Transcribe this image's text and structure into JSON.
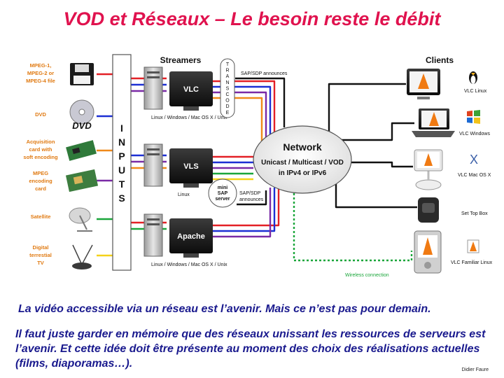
{
  "title": "VOD et Réseaux – Le besoin reste le débit",
  "diagram": {
    "inputs_label": [
      "I",
      "N",
      "P",
      "U",
      "T",
      "S"
    ],
    "sources": [
      {
        "lines": [
          "MPEG-1,",
          "MPEG-2 or",
          "MPEG-4 file"
        ],
        "icon": "floppy-disk-icon"
      },
      {
        "lines": [
          "DVD"
        ],
        "icon": "dvd-disc-icon"
      },
      {
        "lines": [
          "Acquisition",
          "card with",
          "soft encoding"
        ],
        "icon": "acquisition-card-icon"
      },
      {
        "lines": [
          "MPEG",
          "encoding",
          "card"
        ],
        "icon": "encoding-card-icon"
      },
      {
        "lines": [
          "Satellite"
        ],
        "icon": "satellite-dish-icon"
      },
      {
        "lines": [
          "Digital",
          "terrestial",
          "TV"
        ],
        "icon": "antenna-icon"
      }
    ],
    "streamers_heading": "Streamers",
    "streamers": [
      {
        "name": "VLC",
        "os": "Linux / Windows / Mac OS X / Unix"
      },
      {
        "name": "VLS",
        "os": "Linux"
      },
      {
        "name": "Apache",
        "os": "Linux / Windows / Mac OS X / Unix"
      }
    ],
    "transcode_letters": [
      "T",
      "R",
      "A",
      "N",
      "S",
      "C",
      "O",
      "D",
      "E"
    ],
    "sap_announces_top": "SAP/SDP announces",
    "sap_announces_bottom": [
      "SAP/SDP",
      "announces"
    ],
    "mini_sap_server": [
      "mini",
      "SAP",
      "server"
    ],
    "network": {
      "title": "Network",
      "line1": "Unicast / Multicast / VOD",
      "line2": "in IPv4 or IPv6"
    },
    "clients_heading": "Clients",
    "clients": [
      {
        "label": "VLC Linux",
        "icon": "penguin-icon"
      },
      {
        "label": "VLC Windows",
        "icon": "windows-logo-icon"
      },
      {
        "label": "VLC Mac OS X",
        "icon": "mac-os-x-icon"
      },
      {
        "label": "Set Top Box",
        "icon": "set-top-box-icon"
      },
      {
        "label": "VLC Familiar Linux",
        "icon": "familiar-linux-icon"
      }
    ],
    "wireless_label": "Wireless connection",
    "colors": {
      "red": "#e32026",
      "blue": "#1c2fd4",
      "purple": "#7a2aa6",
      "orange": "#f08a1a",
      "green": "#1aa63a",
      "yellow": "#f5d21a",
      "cone": "#f07a12"
    }
  },
  "captions": {
    "line1": "La vidéo accessible via un réseau est l’avenir. Mais ce n’est pas pour demain.",
    "line2": "Il faut juste garder en mémoire que des réseaux unissant les ressources de serveurs est  l’avenir. Et cette idée doit être présente au moment des choix des réalisations actuelles (films, diaporamas…)."
  },
  "author": "Didier Faure"
}
